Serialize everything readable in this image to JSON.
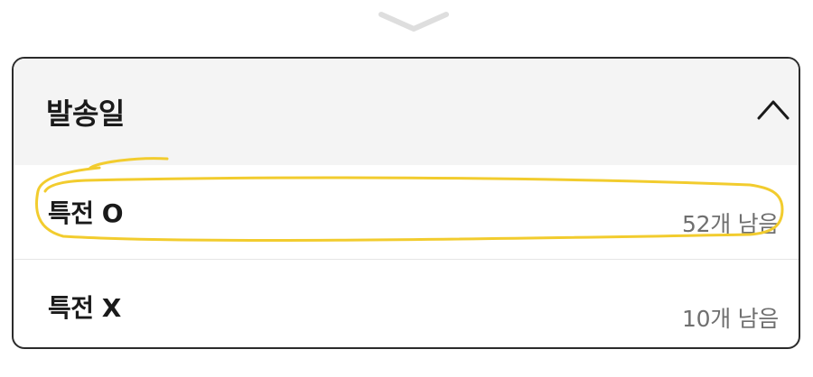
{
  "sheet": {
    "title": "발송일",
    "options": [
      {
        "label": "특전 O",
        "stock": "52개 남음",
        "highlighted": true
      },
      {
        "label": "특전 X",
        "stock": "10개 남음",
        "highlighted": false
      }
    ]
  },
  "icons": {
    "drag_handle": "chevron-down-icon",
    "collapse": "chevron-up-icon"
  },
  "colors": {
    "highlight": "#f2cc2e",
    "header_bg": "#f4f4f4",
    "border": "#2b2b2b",
    "stock_text": "#6f6f6f"
  }
}
